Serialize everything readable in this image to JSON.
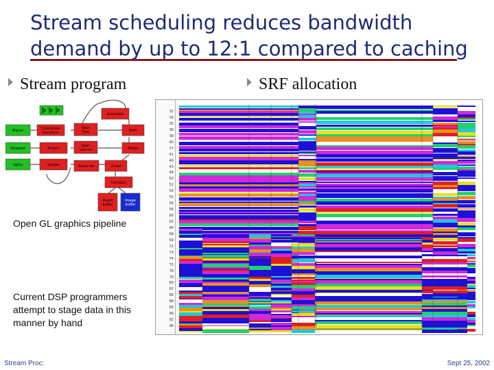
{
  "title": "Stream scheduling reduces bandwidth demand by up to 12:1 compared to caching",
  "bullets": {
    "left": "Stream program",
    "right": "SRF allocation"
  },
  "pipeline": {
    "blocks": [
      {
        "label": "Matrix",
        "color": "#22c022"
      },
      {
        "label": "Coordinate transform",
        "color": "#e02020"
      },
      {
        "label": "Span flow",
        "color": "#e02020"
      },
      {
        "label": "Shift",
        "color": "#e02020"
      },
      {
        "label": "Viewport",
        "color": "#22c022"
      },
      {
        "label": "Project",
        "color": "#e02020"
      },
      {
        "label": "Span convert",
        "color": "#e02020"
      },
      {
        "label": "Merge",
        "color": "#e02020"
      },
      {
        "label": "lights",
        "color": "#22c022"
      },
      {
        "label": "Shader",
        "color": "#e02020"
      },
      {
        "label": "Rasterize",
        "color": "#e02020"
      },
      {
        "label": "Z-test",
        "color": "#e02020"
      },
      {
        "label": "Assemble",
        "color": "#e02020"
      },
      {
        "label": "Compact",
        "color": "#e02020"
      },
      {
        "label": "Depth buffer",
        "color": "#e02020"
      },
      {
        "label": "Image buffer",
        "color": "#1a2ad0"
      }
    ]
  },
  "captions": {
    "pipeline": "Open GL graphics pipeline",
    "dsp": "Current DSP programmers attempt to stage data in this manner by hand"
  },
  "footer": {
    "left": "Stream Proc:",
    "right": "Sept 25, 2002"
  },
  "srf": {
    "row_labels": [
      "32",
      "34",
      "35",
      "36",
      "38",
      "40",
      "37",
      "41",
      "40",
      "43",
      "44",
      "50",
      "52",
      "54",
      "55",
      "56",
      "58",
      "60",
      "62",
      "66",
      "68",
      "69",
      "72",
      "73",
      "74",
      "75",
      "78",
      "79",
      "80",
      "82",
      "86",
      "88",
      "89",
      "90",
      "92",
      "96"
    ],
    "colors": {
      "blue": "#1e10d8",
      "magenta": "#d02ad8",
      "cyan": "#22c8d8",
      "green": "#22d070",
      "yellow": "#e8e020",
      "red": "#e02020",
      "orange": "#e89020",
      "white": "#ffffff"
    }
  }
}
